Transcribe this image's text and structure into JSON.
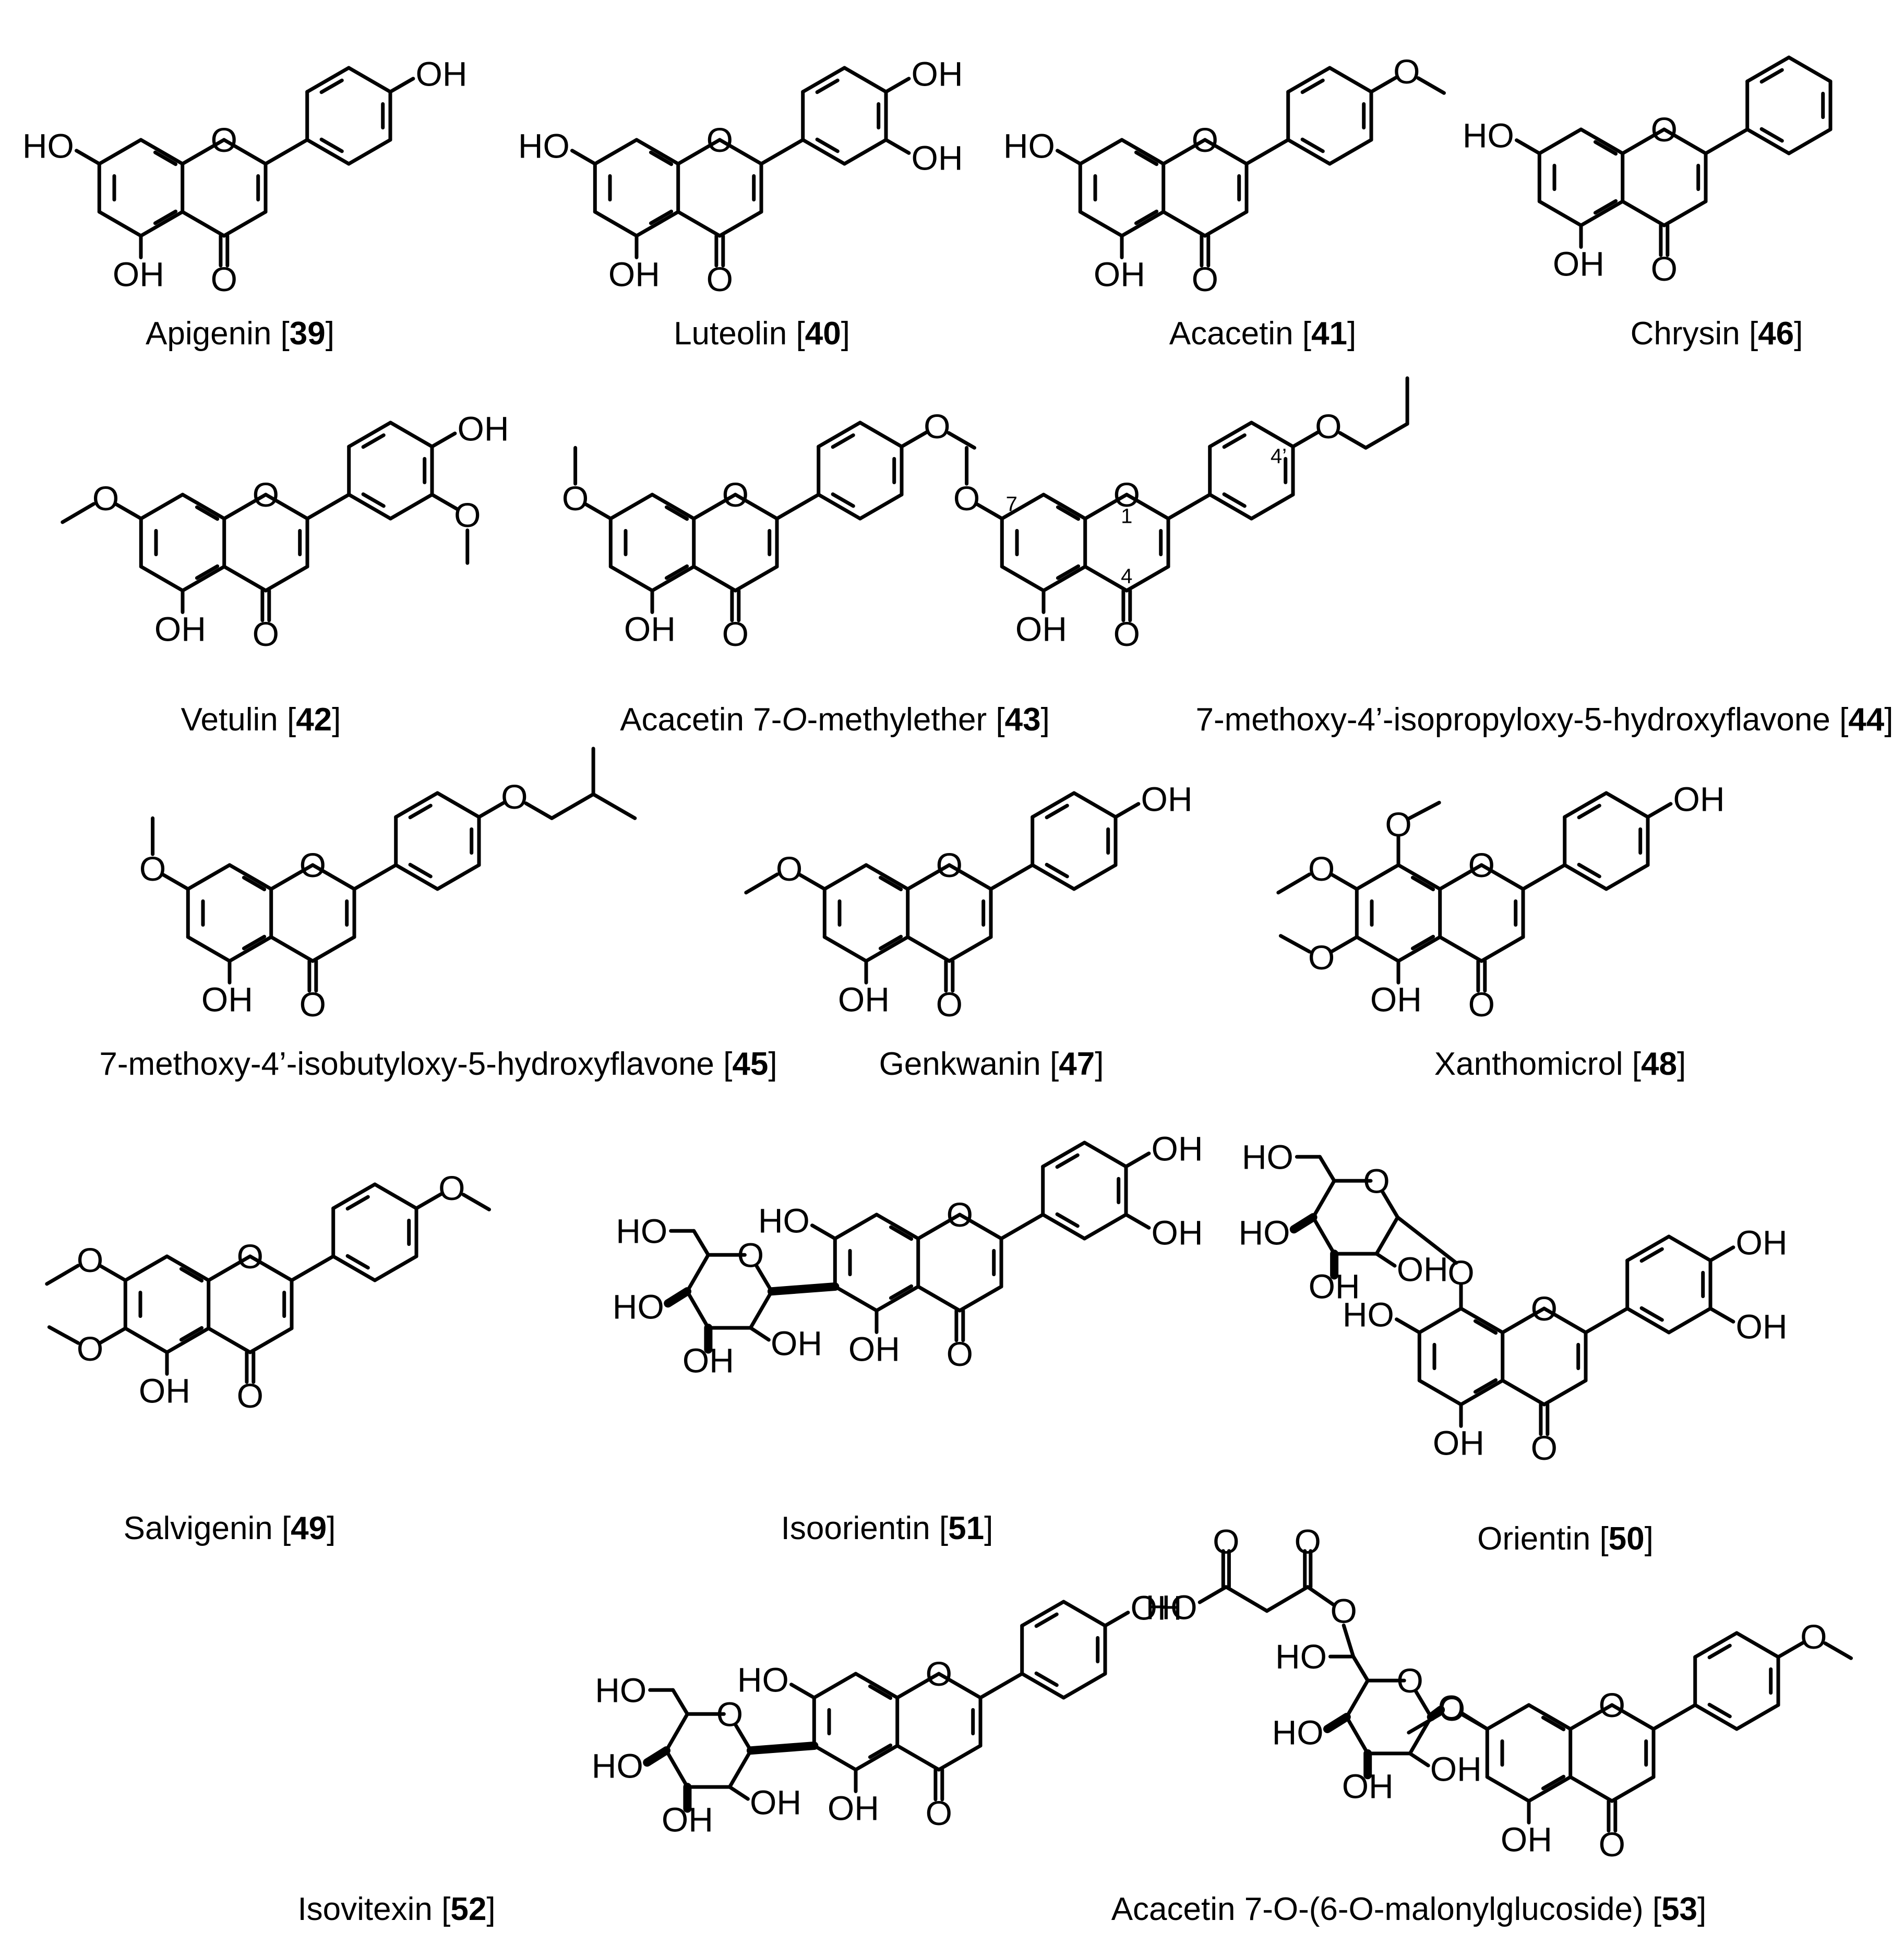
{
  "compounds": [
    {
      "id": "c39",
      "name": "Apigenin",
      "num": "39",
      "c7": "HO",
      "c5": "OH",
      "o4": "O",
      "o1": "O",
      "bOne": "OH",
      "r4": "OH"
    },
    {
      "id": "c40",
      "name": "Luteolin",
      "num": "40",
      "c7": "HO",
      "c5": "OH",
      "o4": "O",
      "o1": "O",
      "bOne": "OH",
      "r4": "OH",
      "r3": "OH"
    },
    {
      "id": "c41",
      "name": "Acacetin",
      "num": "41",
      "c7": "HO",
      "c5": "OH",
      "o4": "O",
      "o1": "O",
      "r4": "O"
    },
    {
      "id": "c46",
      "name": "Chrysin",
      "num": "46",
      "c7": "HO",
      "c5": "OH",
      "o4": "O",
      "o1": "O"
    },
    {
      "id": "c42",
      "name": "Vetulin",
      "num": "42",
      "c7": "O",
      "c5": "OH",
      "o4": "O",
      "o1": "O",
      "r4": "OH",
      "r3": "O"
    },
    {
      "id": "c43",
      "name": "Acacetin 7-O-methylether",
      "prefix": "Acacetin 7-",
      "italic": "O",
      "suffix": "-methylether",
      "num": "43",
      "c7": "O",
      "c5": "OH",
      "o4": "O",
      "o1": "O",
      "r4": "O"
    },
    {
      "id": "c44",
      "name": "7-methoxy-4’-isopropyloxy-5-hydroxyflavone",
      "num": "44",
      "c7": "O",
      "c5": "OH",
      "o4": "O",
      "o1": "O",
      "r4": "O",
      "locants": [
        "7",
        "1",
        "4",
        "4’"
      ]
    },
    {
      "id": "c45",
      "name": "7-methoxy-4’-isobutyloxy-5-hydroxyflavone",
      "num": "45",
      "c7": "O",
      "c5": "OH",
      "o4": "O",
      "o1": "O",
      "r4": "O"
    },
    {
      "id": "c47",
      "name": "Genkwanin",
      "num": "47",
      "c7": "O",
      "c5": "OH",
      "o4": "O",
      "o1": "O",
      "r4": "OH"
    },
    {
      "id": "c48",
      "name": "Xanthomicrol",
      "num": "48",
      "c7": "O",
      "c5": "OH",
      "o4": "O",
      "o1": "O",
      "r4": "OH",
      "c6": "O",
      "c8": "O"
    },
    {
      "id": "c49",
      "name": "Salvigenin",
      "num": "49",
      "c7": "O",
      "c5": "OH",
      "o4": "O",
      "o1": "O",
      "r4": "O",
      "c6": "O"
    },
    {
      "id": "c51",
      "name": "Isoorientin",
      "num": "51",
      "c7": "HO",
      "c5": "OH",
      "o4": "O",
      "o1": "O",
      "r4": "OH",
      "r3": "OH"
    },
    {
      "id": "c50",
      "name": "Orientin",
      "num": "50",
      "c7": "HO",
      "c5": "OH",
      "o4": "O",
      "o1": "O",
      "r4": "OH",
      "r3": "OH"
    },
    {
      "id": "c52",
      "name": "Isovitexin",
      "num": "52",
      "c7": "HO",
      "c5": "OH",
      "o4": "O",
      "o1": "O",
      "r4": "OH"
    },
    {
      "id": "c53",
      "name": "Acacetin 7-O-(6-O-malonylglucoside)",
      "num": "53",
      "c7": "O",
      "c5": "OH",
      "o4": "O",
      "o1": "O",
      "r4": "O"
    }
  ],
  "sugar": {
    "ring_o": "O",
    "hydroxyl": "OH",
    "ho": "HO"
  },
  "malonyl": {
    "carbonyl_o": "O",
    "acid": "HO",
    "ester_o": "O"
  }
}
